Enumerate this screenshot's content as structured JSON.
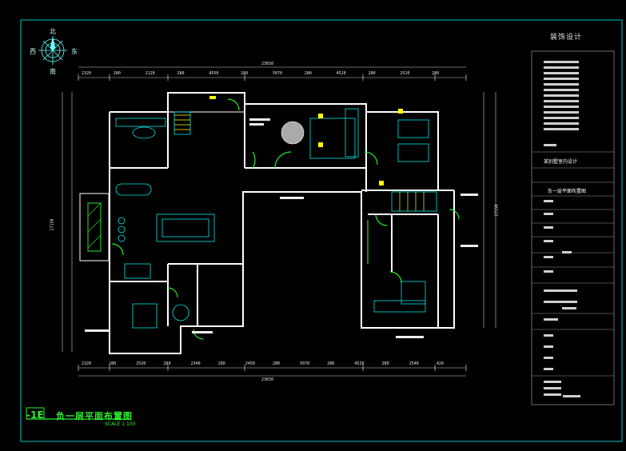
{
  "sheet": {
    "code": "装饰设计",
    "drawing_no": "-1E",
    "drawing_title": "负一层平面布置图",
    "drawing_scale": "SCALE 1:100",
    "overall_width": "23650",
    "overall_height": "27150"
  },
  "compass": {
    "north": "北",
    "south": "南",
    "west": "西",
    "east": "东"
  },
  "title_block": {
    "project_name": "某别墅室内设计",
    "sheet_name": "负一层平面布置图"
  },
  "dimensions": {
    "top": [
      "2320",
      "280",
      "2120",
      "280",
      "4550",
      "280",
      "5070",
      "280",
      "4520",
      "280",
      "2510",
      "280"
    ],
    "bottom": [
      "2320",
      "280",
      "2520",
      "280",
      "2340",
      "280",
      "2450",
      "280",
      "5070",
      "280",
      "4520",
      "280",
      "2540",
      "420"
    ]
  },
  "colors": {
    "background": "#000000",
    "frame": "#00c8c8",
    "wall": "#ffffff",
    "furniture": "#00e6e6",
    "door": "#28e628",
    "highlight": "#ffff00"
  }
}
